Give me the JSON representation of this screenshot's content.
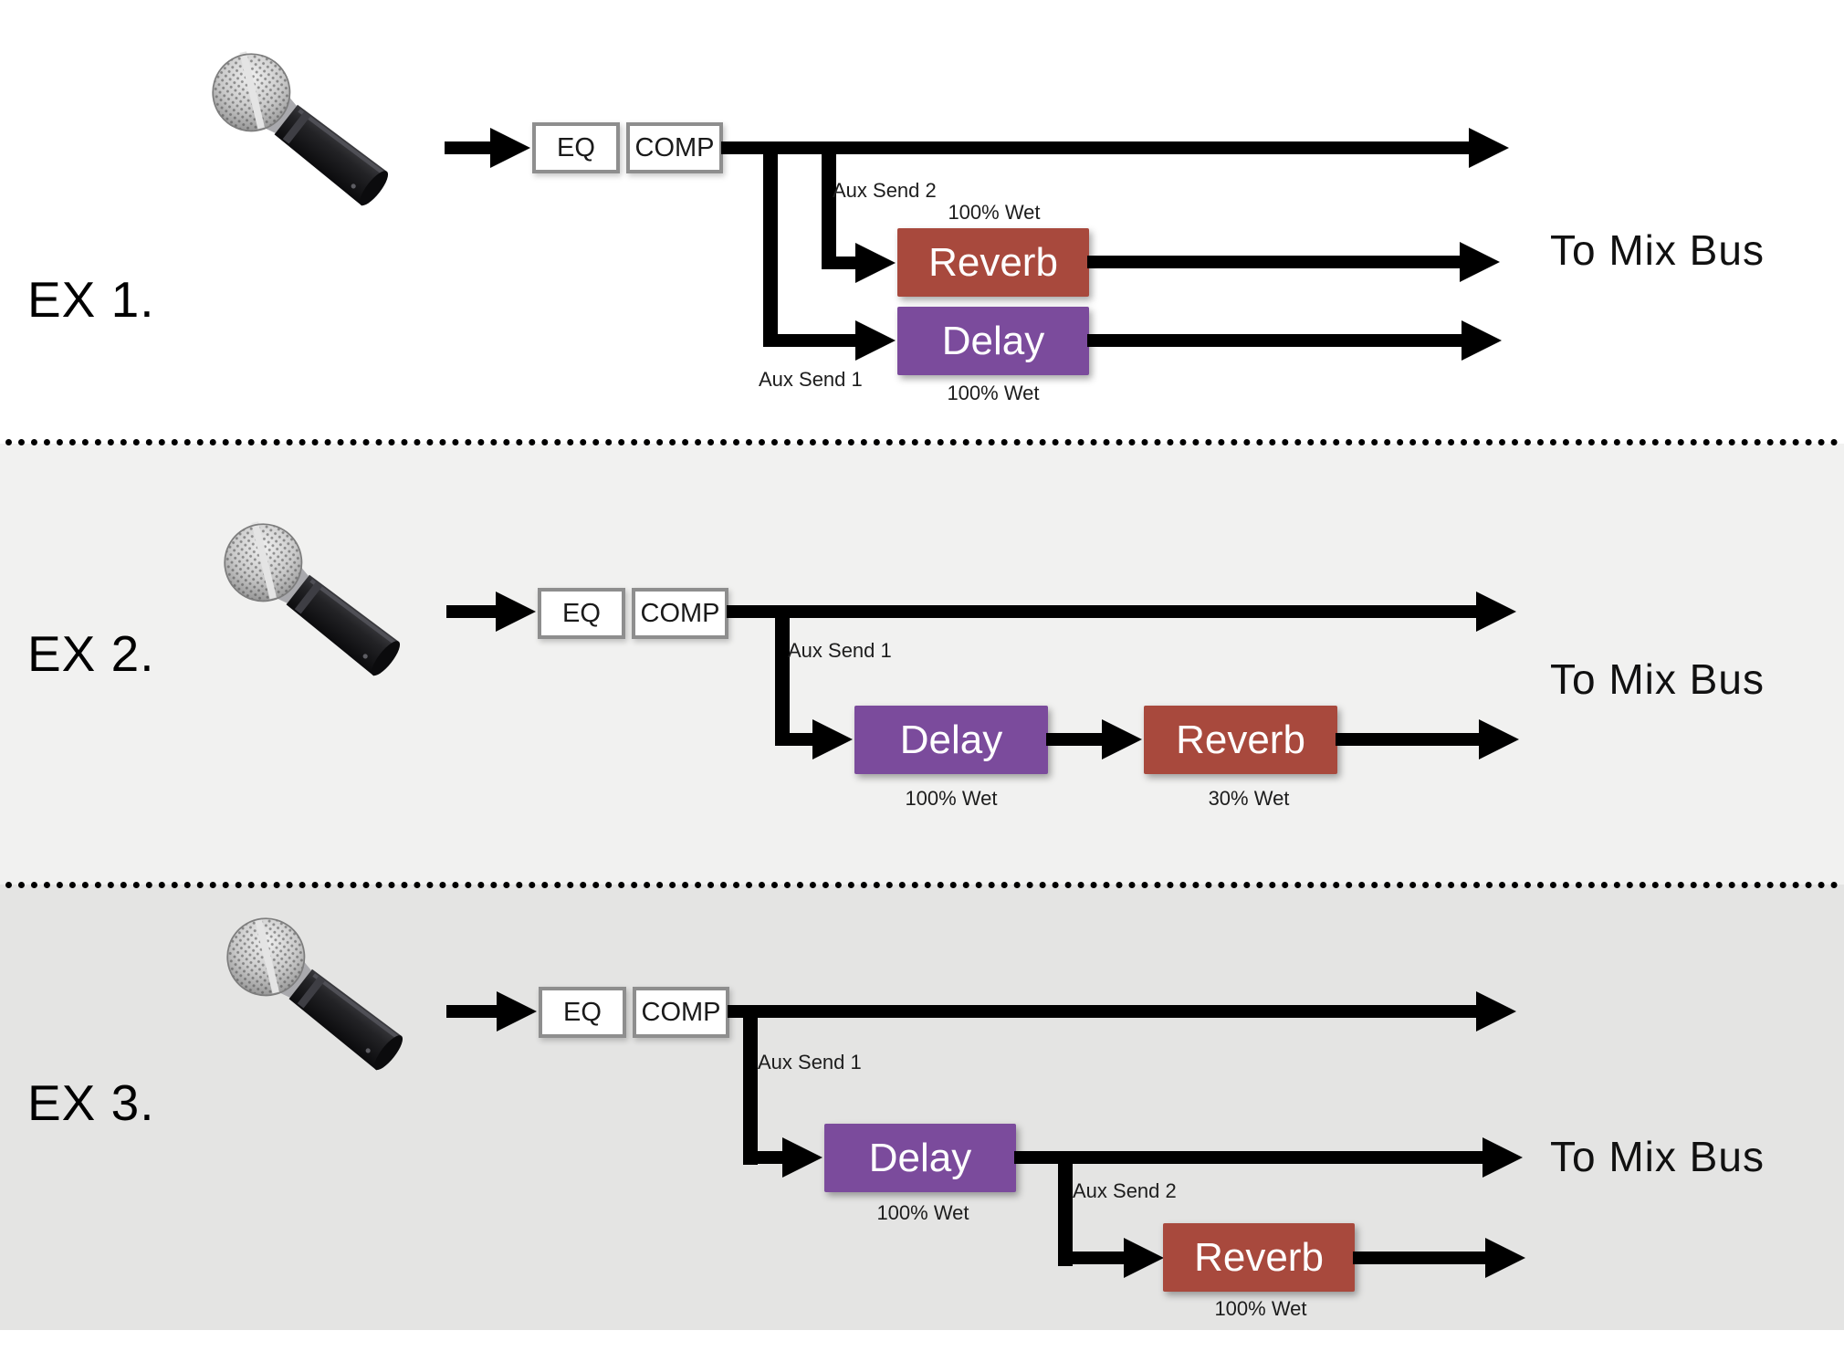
{
  "colors": {
    "background": "#ffffff",
    "band_ex2": "#f1f1f0",
    "band_ex3": "#e4e4e3",
    "line": "#000000",
    "reverb_box": "#a8493d",
    "delay_box": "#7b4b9c",
    "strip_border": "#8e8e8e",
    "text": "#111111"
  },
  "examples": [
    {
      "label": "EX 1.",
      "source_icon": "microphone",
      "eq_label": "EQ",
      "comp_label": "COMP",
      "aux_send_2": "Aux Send 2",
      "aux_send_1": "Aux Send 1",
      "reverb_label": "Reverb",
      "reverb_wet": "100% Wet",
      "delay_label": "Delay",
      "delay_wet": "100% Wet",
      "destination": "To Mix Bus"
    },
    {
      "label": "EX 2.",
      "source_icon": "microphone",
      "eq_label": "EQ",
      "comp_label": "COMP",
      "aux_send_1": "Aux Send 1",
      "delay_label": "Delay",
      "delay_wet": "100% Wet",
      "reverb_label": "Reverb",
      "reverb_wet": "30% Wet",
      "destination": "To Mix Bus"
    },
    {
      "label": "EX 3.",
      "source_icon": "microphone",
      "eq_label": "EQ",
      "comp_label": "COMP",
      "aux_send_1": "Aux Send 1",
      "aux_send_2": "Aux Send 2",
      "delay_label": "Delay",
      "delay_wet": "100% Wet",
      "reverb_label": "Reverb",
      "reverb_wet": "100% Wet",
      "destination": "To Mix Bus"
    }
  ]
}
